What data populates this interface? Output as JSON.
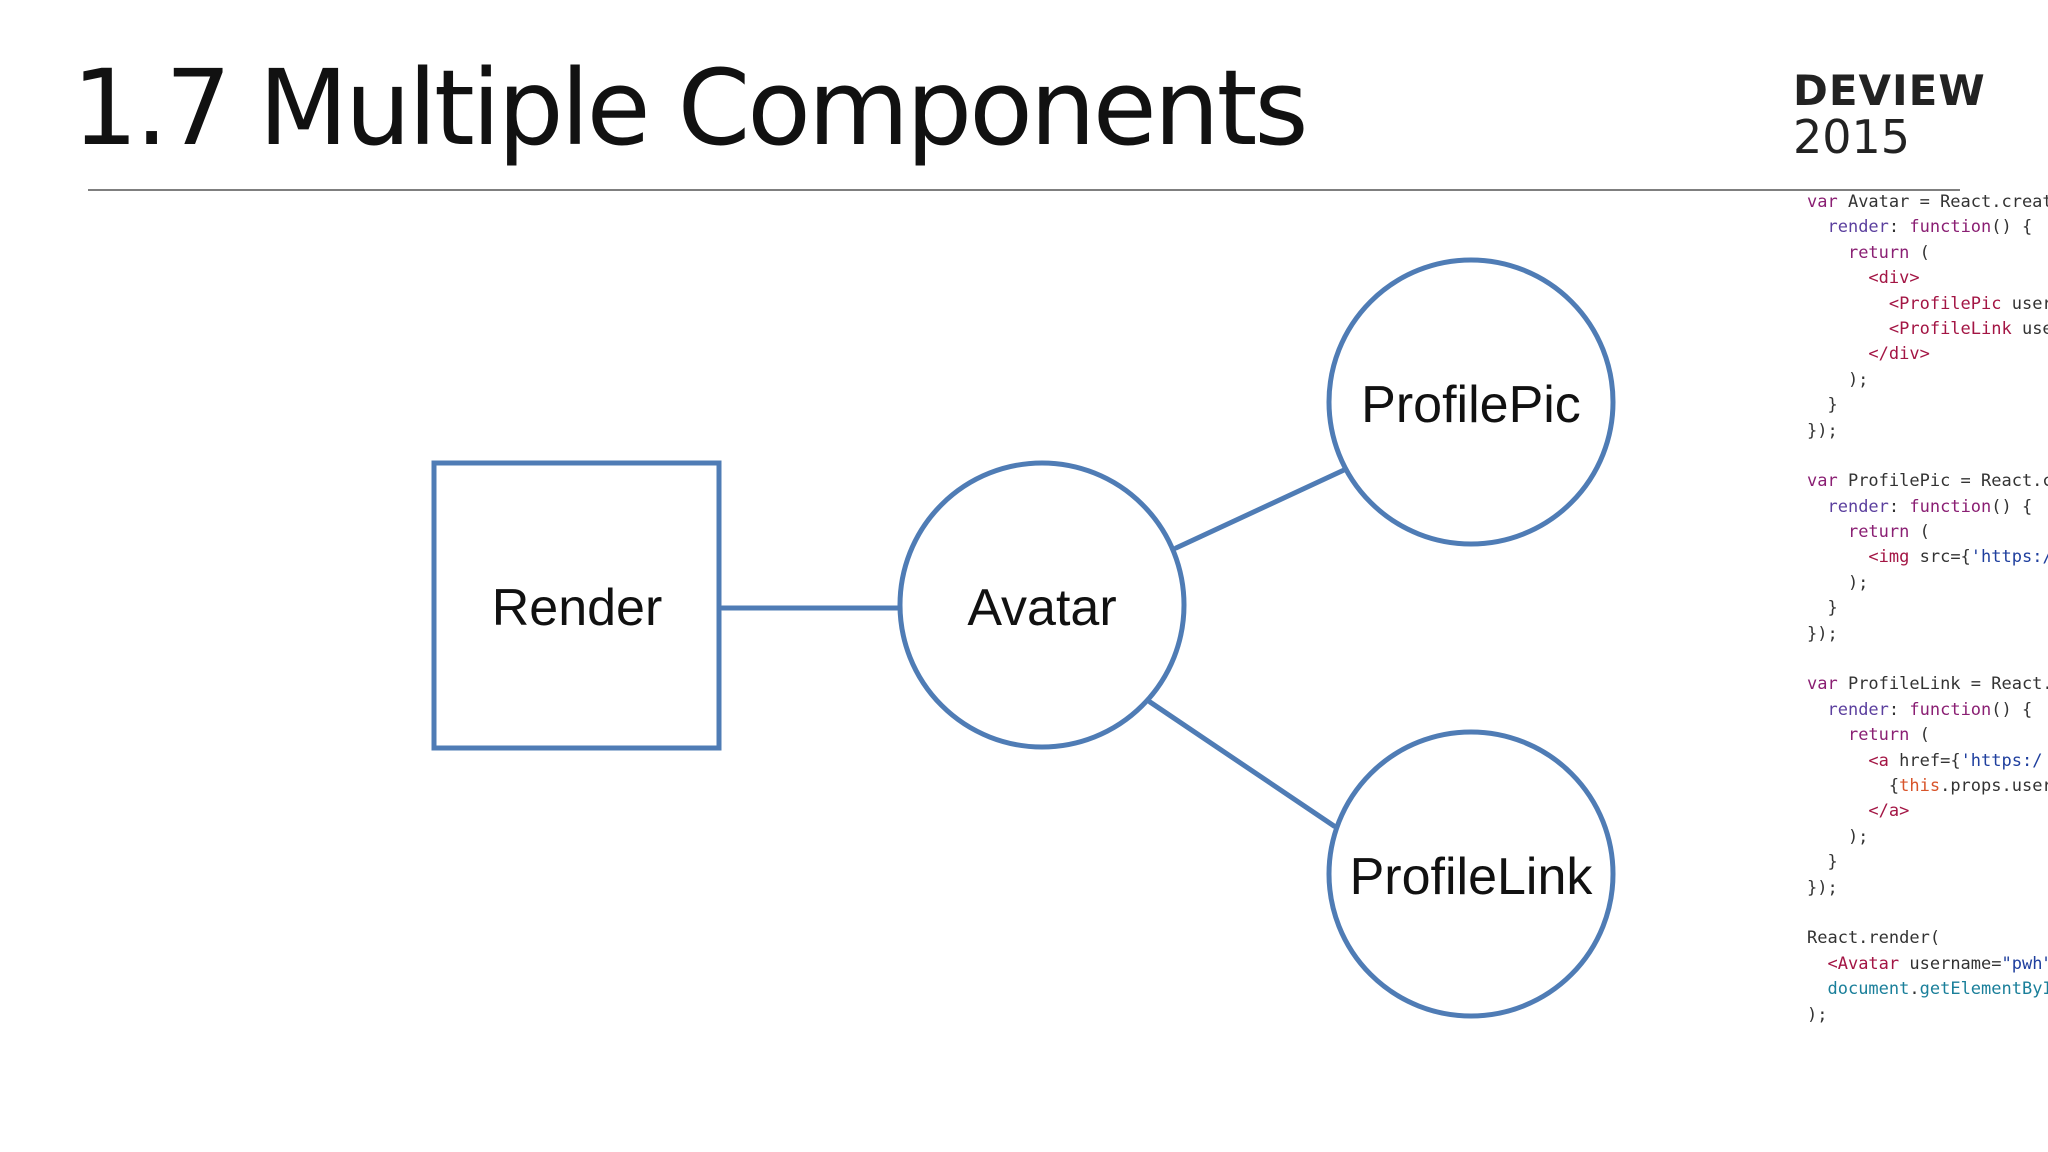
{
  "slide": {
    "title": "1.7 Multiple Components"
  },
  "logo": {
    "name": "DEVIEW",
    "year": "2015"
  },
  "diagram": {
    "nodes": {
      "render": "Render",
      "avatar": "Avatar",
      "profilepic": "ProfilePic",
      "profilelink": "ProfileLink"
    },
    "colors": {
      "stroke": "#4f7cb5",
      "fill": "#ffffff"
    }
  },
  "code": {
    "lines": [
      [
        {
          "t": "var ",
          "c": "keyword"
        },
        {
          "t": "Avatar = React.creat",
          "c": "plain"
        }
      ],
      [
        {
          "t": "  ",
          "c": "plain"
        },
        {
          "t": "render",
          "c": "prop"
        },
        {
          "t": ": ",
          "c": "plain"
        },
        {
          "t": "function",
          "c": "keyword"
        },
        {
          "t": "() {",
          "c": "plain"
        }
      ],
      [
        {
          "t": "    ",
          "c": "plain"
        },
        {
          "t": "return",
          "c": "keyword"
        },
        {
          "t": " (",
          "c": "plain"
        }
      ],
      [
        {
          "t": "      ",
          "c": "plain"
        },
        {
          "t": "<div>",
          "c": "tag"
        }
      ],
      [
        {
          "t": "        ",
          "c": "plain"
        },
        {
          "t": "<ProfilePic ",
          "c": "tag"
        },
        {
          "t": "user",
          "c": "plain"
        }
      ],
      [
        {
          "t": "        ",
          "c": "plain"
        },
        {
          "t": "<ProfileLink ",
          "c": "tag"
        },
        {
          "t": "use",
          "c": "plain"
        }
      ],
      [
        {
          "t": "      ",
          "c": "plain"
        },
        {
          "t": "</div>",
          "c": "tag"
        }
      ],
      [
        {
          "t": "    );",
          "c": "plain"
        }
      ],
      [
        {
          "t": "  }",
          "c": "plain"
        }
      ],
      [
        {
          "t": "});",
          "c": "plain"
        }
      ],
      [
        {
          "t": "",
          "c": "plain"
        }
      ],
      [
        {
          "t": "var ",
          "c": "keyword"
        },
        {
          "t": "ProfilePic = React.c",
          "c": "plain"
        }
      ],
      [
        {
          "t": "  ",
          "c": "plain"
        },
        {
          "t": "render",
          "c": "prop"
        },
        {
          "t": ": ",
          "c": "plain"
        },
        {
          "t": "function",
          "c": "keyword"
        },
        {
          "t": "() {",
          "c": "plain"
        }
      ],
      [
        {
          "t": "    ",
          "c": "plain"
        },
        {
          "t": "return",
          "c": "keyword"
        },
        {
          "t": " (",
          "c": "plain"
        }
      ],
      [
        {
          "t": "      ",
          "c": "plain"
        },
        {
          "t": "<img ",
          "c": "tag"
        },
        {
          "t": "src={",
          "c": "plain"
        },
        {
          "t": "'https:/",
          "c": "string"
        }
      ],
      [
        {
          "t": "    );",
          "c": "plain"
        }
      ],
      [
        {
          "t": "  }",
          "c": "plain"
        }
      ],
      [
        {
          "t": "});",
          "c": "plain"
        }
      ],
      [
        {
          "t": "",
          "c": "plain"
        }
      ],
      [
        {
          "t": "var ",
          "c": "keyword"
        },
        {
          "t": "ProfileLink = React.",
          "c": "plain"
        }
      ],
      [
        {
          "t": "  ",
          "c": "plain"
        },
        {
          "t": "render",
          "c": "prop"
        },
        {
          "t": ": ",
          "c": "plain"
        },
        {
          "t": "function",
          "c": "keyword"
        },
        {
          "t": "() {",
          "c": "plain"
        }
      ],
      [
        {
          "t": "    ",
          "c": "plain"
        },
        {
          "t": "return",
          "c": "keyword"
        },
        {
          "t": " (",
          "c": "plain"
        }
      ],
      [
        {
          "t": "      ",
          "c": "plain"
        },
        {
          "t": "<a ",
          "c": "tag"
        },
        {
          "t": "href={",
          "c": "plain"
        },
        {
          "t": "'https:/",
          "c": "string"
        }
      ],
      [
        {
          "t": "        {",
          "c": "plain"
        },
        {
          "t": "this",
          "c": "this"
        },
        {
          "t": ".props.user",
          "c": "plain"
        }
      ],
      [
        {
          "t": "      ",
          "c": "plain"
        },
        {
          "t": "</a>",
          "c": "tag"
        }
      ],
      [
        {
          "t": "    );",
          "c": "plain"
        }
      ],
      [
        {
          "t": "  }",
          "c": "plain"
        }
      ],
      [
        {
          "t": "});",
          "c": "plain"
        }
      ],
      [
        {
          "t": "",
          "c": "plain"
        }
      ],
      [
        {
          "t": "React.render(",
          "c": "plain"
        }
      ],
      [
        {
          "t": "  ",
          "c": "plain"
        },
        {
          "t": "<Avatar ",
          "c": "tag"
        },
        {
          "t": "username=",
          "c": "plain"
        },
        {
          "t": "\"pwh\"",
          "c": "string"
        }
      ],
      [
        {
          "t": "  ",
          "c": "plain"
        },
        {
          "t": "document",
          "c": "dom"
        },
        {
          "t": ".",
          "c": "plain"
        },
        {
          "t": "getElementByI",
          "c": "dom"
        }
      ],
      [
        {
          "t": ");",
          "c": "plain"
        }
      ]
    ],
    "colors": {
      "keyword": "#8a1f73",
      "prop": "#5b3f9e",
      "tag": "#a31544",
      "string": "#1f3f9e",
      "this": "#d8542a",
      "dom": "#1a7f9a",
      "plain": "#333333"
    }
  }
}
